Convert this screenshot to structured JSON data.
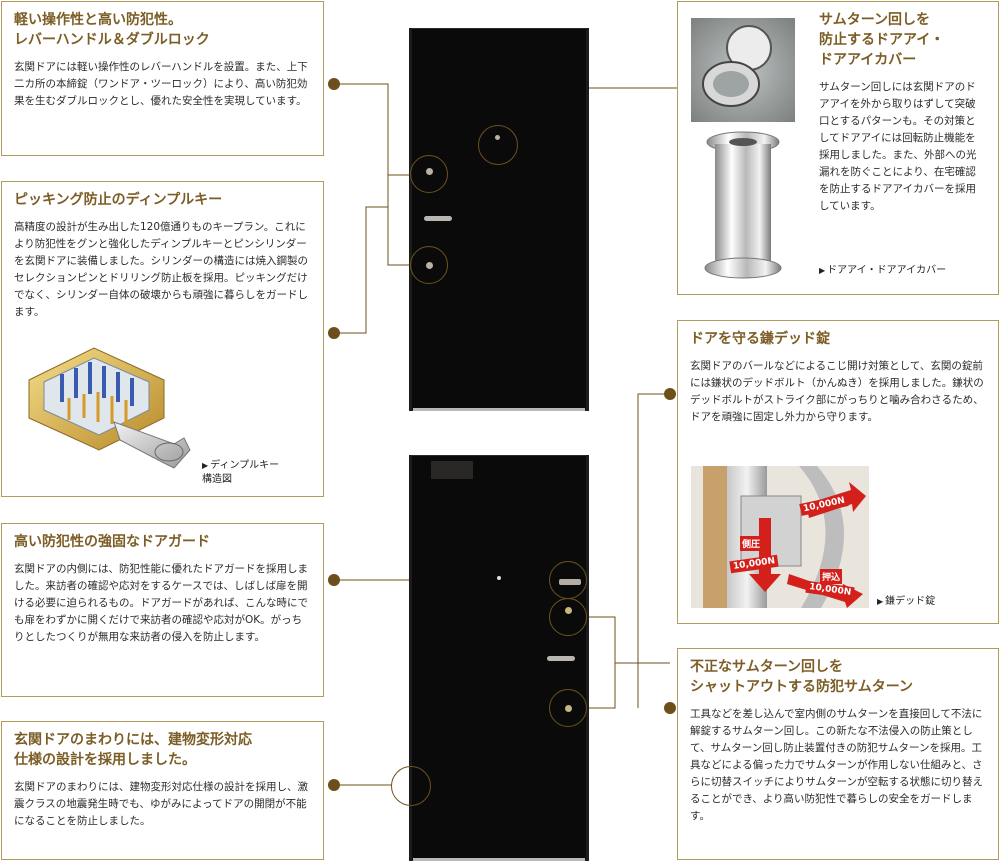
{
  "cards": {
    "lever": {
      "title": "軽い操作性と高い防犯性。\nレバーハンドル＆ダブルロック",
      "body": "玄関ドアには軽い操作性のレバーハンドルを設置。また、上下二カ所の本締錠（ワンドア・ツーロック）により、高い防犯効果を生むダブルロックとし、優れた安全性を実現しています。"
    },
    "dimple": {
      "title": "ピッキング防止のディンプルキー",
      "body": "高精度の設計が生み出した120億通りものキープラン。これにより防犯性をグンと強化したディンプルキーとピンシリンダーを玄関ドアに装備しました。シリンダーの構造には焼入鋼製のセレクションピンとドリリング防止板を採用。ピッキングだけでなく、シリンダー自体の破壊からも頑強に暮らしをガードします。",
      "caption": "ディンプルキー\n構造図"
    },
    "guard": {
      "title": "高い防犯性の強固なドアガード",
      "body": "玄関ドアの内側には、防犯性能に優れたドアガードを採用しました。来訪者の確認や応対をするケースでは、しばしば扉を開ける必要に迫られるもの。ドアガードがあれば、こんな時にでも扉をわずかに開くだけで来訪者の確認や応対がOK。がっちりとしたつくりが無用な来訪者の侵入を防止します。"
    },
    "frame": {
      "title": "玄関ドアのまわりには、建物変形対応\n仕様の設計を採用しました。",
      "body": "玄関ドアのまわりには、建物変形対応仕様の設計を採用し、激震クラスの地震発生時でも、ゆがみによってドアの開閉が不能になることを防止しました。"
    },
    "eye": {
      "title": "サムターン回しを\n防止するドアアイ・\nドアアイカバー",
      "body": "サムターン回しには玄関ドアのドアアイを外から取りはずして突破口とするパターンも。その対策としてドアアイには回転防止機能を採用しました。また、外部への光漏れを防ぐことにより、在宅確認を防止するドアアイカバーを採用しています。",
      "caption": "ドアアイ・ドアアイカバー"
    },
    "deadbolt": {
      "title": "ドアを守る鎌デッド錠",
      "body": "玄関ドアのバールなどによるこじ開け対策として、玄関の錠前には鎌状のデッドボルト（かんぬき）を採用しました。鎌状のデッドボルトがストライク部にがっちりと噛み合わさるため、ドアを頑強に固定し外力から守ります。",
      "caption": "鎌デッド錠",
      "labels": {
        "side": "側圧",
        "side_value": "10,000N",
        "top_value": "10,000N",
        "push": "押込",
        "push_value": "10,000N"
      }
    },
    "thumbturn": {
      "title": "不正なサムターン回しを\nシャットアウトする防犯サムターン",
      "body": "工具などを差し込んで室内側のサムターンを直接回して不法に解錠するサムターン回し。この新たな不法侵入の防止策として、サムターン回し防止装置付きの防犯サムターンを採用。工具などによる偏った力でサムターンが作用しない仕組みと、さらに切替スイッチによりサムターンが空転する状態に切り替えることができ、より高い防犯性で暮らしの安全をガードします。"
    }
  },
  "colors": {
    "accent": "#7b5d25",
    "border": "#b39a5e",
    "door": "#0b0a0a",
    "arrow": "#d3201b"
  }
}
